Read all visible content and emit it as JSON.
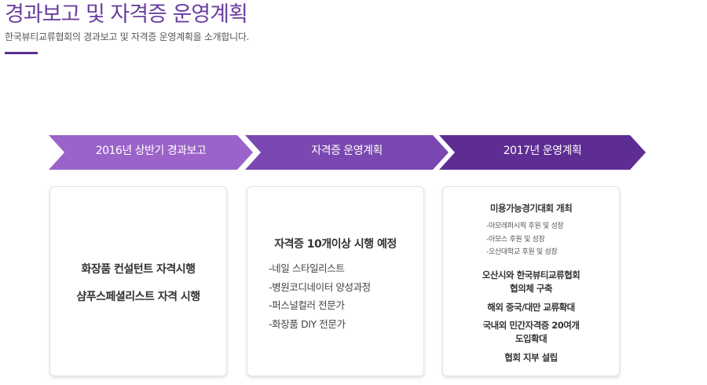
{
  "header": {
    "title": "경과보고 및 자격증 운영계획",
    "subtitle": "한국뷰티교류협회의 경과보고 및 자격증 운영계획을 소개합니다."
  },
  "colors": {
    "accent": "#6b3fa0",
    "step1": "#9b63c9",
    "step2": "#7a48b0",
    "step3": "#5e2d94"
  },
  "steps": [
    {
      "label": "2016년 상반기 경과보고",
      "lines": [
        "화장품 컨설턴트 자격시행",
        "샴푸스페셜리스트 자격 시행"
      ]
    },
    {
      "label": "자격증 운영계획",
      "title": "자격증 10개이상 시행 예정",
      "items": [
        "-네일 스타일리스트",
        "-병원코디네이터 양성과정",
        "-퍼스널컬러 전문가",
        "-화장품 DIY 전문가"
      ]
    },
    {
      "label": "2017년 운영계획",
      "head": "미용가능경기대회 개최",
      "sub": [
        "-아모레퍼시픽 후원 및 성장",
        "-아모스 후원 및 성장",
        "-오산대학교 후원 및 성장"
      ],
      "blocks": [
        [
          "오산시와 한국뷰티교류협회",
          "협의체 구축"
        ],
        [
          "해외 중국/대만 교류확대"
        ],
        [
          "국내외 민간자격증 20여개",
          "도입확대"
        ],
        [
          "협회 지부 설립"
        ]
      ]
    }
  ]
}
